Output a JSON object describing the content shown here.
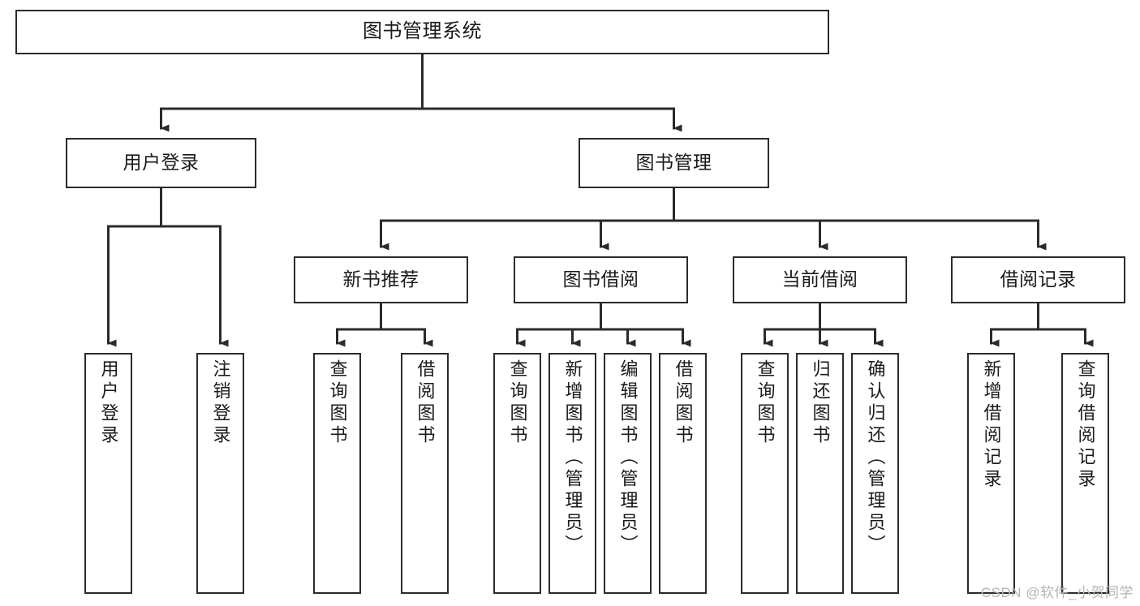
{
  "diagram": {
    "type": "tree-hierarchy",
    "title": "图书管理系统",
    "orientation": "top-down",
    "colors": {
      "box_border": "#2b2b2b",
      "box_fill": "#ffffff",
      "connector": "#2b2b2b",
      "background": "#ffffff",
      "watermark": "#b4b4b4"
    },
    "levels": {
      "root": {
        "label": "图书管理系统"
      },
      "level2": [
        {
          "label": "用户登录"
        },
        {
          "label": "图书管理"
        }
      ],
      "level3": [
        {
          "label": "新书推荐"
        },
        {
          "label": "图书借阅"
        },
        {
          "label": "当前借阅"
        },
        {
          "label": "借阅记录"
        }
      ],
      "leaves": {
        "user_login": [
          {
            "label": "用户登录"
          },
          {
            "label": "注销登录"
          }
        ],
        "new_book_recommend": [
          {
            "label": "查询图书"
          },
          {
            "label": "借阅图书"
          }
        ],
        "book_borrow": [
          {
            "label": "查询图书"
          },
          {
            "label": "新增图书（管理员）"
          },
          {
            "label": "编辑图书（管理员）"
          },
          {
            "label": "借阅图书"
          }
        ],
        "current_borrow": [
          {
            "label": "查询图书"
          },
          {
            "label": "归还图书"
          },
          {
            "label": "确认归还（管理员）"
          }
        ],
        "borrow_record": [
          {
            "label": "新增借阅记录"
          },
          {
            "label": "查询借阅记录"
          }
        ]
      }
    }
  },
  "watermark": {
    "text": "CSDN @软件_小贺同学"
  }
}
